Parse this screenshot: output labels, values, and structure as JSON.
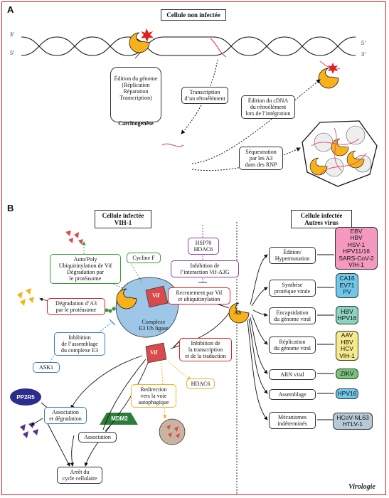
{
  "panel_a": {
    "letter": "A",
    "title": "Cellule non infectée",
    "strand_3_top": "3’",
    "strand_5_top": "5’",
    "strand_5_right": "5’",
    "strand_3_right": "3’",
    "genome_edit": "Édition du génome\n(Réplication\nRéparation\nTranscription)",
    "carcinogenesis": "Carcinogenèse",
    "transcription": "Transcription\nd’un rétroélément",
    "cdna_edit": "Édition du cDNA\ndu rétroélément\nlors de l’intégration",
    "sequestration": "Séquestration\npar les A3\ndans des RNP"
  },
  "panel_b": {
    "letter": "B",
    "hiv_title": "Cellule infectée\nVIH-1",
    "other_title": "Cellule infectée\nAutres virus",
    "auto_poly": "Auto/Poly\nUbiquitinylation de Vif\nDégradation par\nle protéasome",
    "cycline": "Cycline F",
    "hsp": "HSP70\nHDAC6",
    "inhib_vif_a3g": "Inhibition de\nl’interaction Vif-A3G",
    "recrutement": "Recrutement par Vif\net ubiquitinylation",
    "degradation_a3": "Dégradation d’A3\npar le protéasome",
    "vif": "Vif",
    "complexe": "Complexe\nE3 Ub ligase",
    "inhib_assemblage": "Inhibition\nde l’assemblage\ndu complexe E3",
    "ask1": "ASK1",
    "inhib_transcription": "Inhibition de\nla transcription\net de la traduction",
    "a3": "A3",
    "hdac6": "HDAC6",
    "redirection": "Redirection\nvers la voie\nautophagique",
    "pp2r5": "PP2R5",
    "mdm2": "MDM2",
    "assoc_degradation": "Association\net dégradation",
    "association": "Association",
    "arret": "Arrêt du\ncycle cellulaire",
    "mechanisms": [
      {
        "label": "Édition/\nHypermutation",
        "viruses": "EBV\nHBV\nHSV-1\nHPV11/16\nSARS-CoV-2\nVIH-1",
        "color": "#f49ac1"
      },
      {
        "label": "Synthèse\nprotéique virale",
        "viruses": "CA16\nEV71\nPV",
        "color": "#6fc8ea"
      },
      {
        "label": "Encapsidation\ndu génome viral",
        "viruses": "HBV\nHPV16",
        "color": "#8ed3c1"
      },
      {
        "label": "Réplication\ndu génome viral",
        "viruses": "AAV\nHBV\nHCV\nVIH-1",
        "color": "#f6ea8c"
      },
      {
        "label": "ARN viral",
        "viruses": "ZIKV",
        "color": "#79c27a"
      },
      {
        "label": "Assemblage",
        "viruses": "HPV16",
        "color": "#6fc8ea"
      },
      {
        "label": "Mécanismes\nindéterminés",
        "viruses": "HCoV-NL63\nHTLV-1",
        "color": "#b7c9d6"
      }
    ]
  },
  "brand": "Virologie",
  "colors": {
    "a3": "#f7b21b",
    "vif": "#d94b4b",
    "complex": "#9ec6e6",
    "red": "#d22",
    "green": "#3a9a3a",
    "purple": "#8b3fa8",
    "blue": "#3b7fc4",
    "orange": "#f7b21b",
    "navy": "#2c2c8c",
    "mdm2": "#2d7d3a"
  }
}
